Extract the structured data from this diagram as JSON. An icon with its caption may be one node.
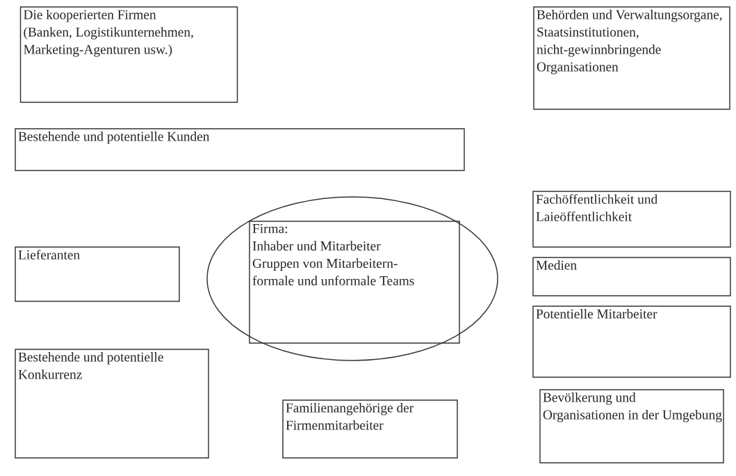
{
  "diagram": {
    "nodes": [
      {
        "text": [
          "Die kooperierten Firmen (Banken, Logistikunternehmen, Marketing-Agenturen usw.)"
        ]
      },
      {
        "text": [
          "Behörden und Verwaltungsorgane, Staatsinstitutionen, nicht-gewinnbringende Organisationen"
        ]
      },
      {
        "text": [
          "Bestehende und potentielle Kunden"
        ]
      },
      {
        "text": [
          "Fachöffentlichkeit und Laieöffentlichkeit"
        ]
      },
      {
        "text": [],
        "shape": "ellipse"
      },
      {
        "text": [
          "Firma:",
          "Inhaber und Mitarbeiter",
          "Gruppen von Mitarbeitern- formale und unformale Teams"
        ],
        "in": 4
      },
      {
        "text": [
          "Lieferanten"
        ]
      },
      {
        "text": [
          "Medien"
        ]
      },
      {
        "text": [
          "Potentielle Mitarbeiter"
        ]
      },
      {
        "text": [
          "Bestehende und potentielle Konkurrenz"
        ]
      },
      {
        "text": [
          "Familienangehörige der Firmenmitarbeiter"
        ]
      },
      {
        "text": [
          "Bevölkerung und Organisationen in der Umgebung"
        ]
      }
    ]
  }
}
